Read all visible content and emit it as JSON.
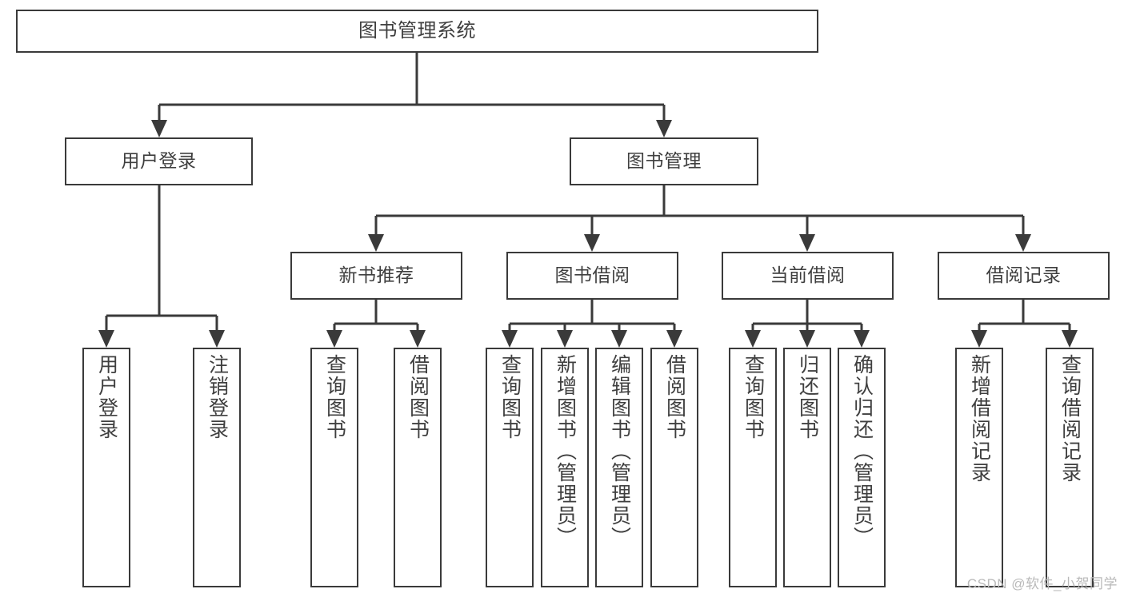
{
  "diagram": {
    "title": "图书管理系统",
    "type": "tree-structure-chart",
    "line_color": "#3a3a3a",
    "text_color": "#3f3f3f",
    "background": "#ffffff",
    "watermark": "CSDN @软件_小贺同学"
  },
  "nodes": {
    "root": {
      "label": "图书管理系统"
    },
    "level2": [
      {
        "id": "user-login",
        "label": "用户登录"
      },
      {
        "id": "book-management",
        "label": "图书管理"
      }
    ],
    "level3": [
      {
        "id": "new-book-recommend",
        "label": "新书推荐"
      },
      {
        "id": "book-borrow",
        "label": "图书借阅"
      },
      {
        "id": "current-borrow",
        "label": "当前借阅"
      },
      {
        "id": "borrow-record",
        "label": "借阅记录"
      }
    ],
    "leaves": {
      "user_login": [
        {
          "id": "leaf-user-login",
          "label": "用户登录"
        },
        {
          "id": "leaf-logout-login",
          "label": "注销登录"
        }
      ],
      "new_book_recommend": [
        {
          "id": "leaf-query-book-1",
          "label": "查询图书"
        },
        {
          "id": "leaf-borrow-book-1",
          "label": "借阅图书"
        }
      ],
      "book_borrow": [
        {
          "id": "leaf-query-book-2",
          "label": "查询图书"
        },
        {
          "id": "leaf-add-book-admin",
          "label": "新增图书（管理员）"
        },
        {
          "id": "leaf-edit-book-admin",
          "label": "编辑图书（管理员）"
        },
        {
          "id": "leaf-borrow-book-2",
          "label": "借阅图书"
        }
      ],
      "current_borrow": [
        {
          "id": "leaf-query-book-3",
          "label": "查询图书"
        },
        {
          "id": "leaf-return-book",
          "label": "归还图书"
        },
        {
          "id": "leaf-confirm-return-admin",
          "label": "确认归还（管理员）"
        }
      ],
      "borrow_record": [
        {
          "id": "leaf-add-borrow-record",
          "label": "新增借阅记录"
        },
        {
          "id": "leaf-query-borrow-record",
          "label": "查询借阅记录"
        }
      ]
    }
  }
}
